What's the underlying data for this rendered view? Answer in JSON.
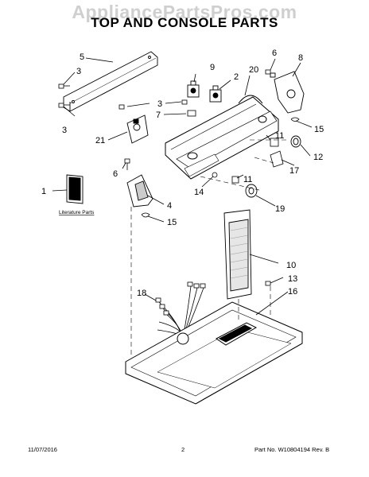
{
  "watermark": "AppliancePartsPros.com",
  "title": "TOP AND CONSOLE PARTS",
  "callouts": [
    {
      "id": "c5",
      "label": "5"
    },
    {
      "id": "c3a",
      "label": "3"
    },
    {
      "id": "c3b",
      "label": "3"
    },
    {
      "id": "c9",
      "label": "9"
    },
    {
      "id": "c2",
      "label": "2"
    },
    {
      "id": "c6a",
      "label": "6"
    },
    {
      "id": "c8",
      "label": "8"
    },
    {
      "id": "c20",
      "label": "20"
    },
    {
      "id": "c3c",
      "label": "3"
    },
    {
      "id": "c7",
      "label": "7"
    },
    {
      "id": "c15a",
      "label": "15"
    },
    {
      "id": "c21",
      "label": "21"
    },
    {
      "id": "c11a",
      "label": "11"
    },
    {
      "id": "c12",
      "label": "12"
    },
    {
      "id": "c17",
      "label": "17"
    },
    {
      "id": "c6b",
      "label": "6"
    },
    {
      "id": "c1",
      "label": "1"
    },
    {
      "id": "c14",
      "label": "14"
    },
    {
      "id": "c11b",
      "label": "11"
    },
    {
      "id": "c4",
      "label": "4"
    },
    {
      "id": "c19",
      "label": "19"
    },
    {
      "id": "c15b",
      "label": "15"
    },
    {
      "id": "c10",
      "label": "10"
    },
    {
      "id": "c13",
      "label": "13"
    },
    {
      "id": "c16",
      "label": "16"
    },
    {
      "id": "c18",
      "label": "18"
    }
  ],
  "literature_label": "Literature Parts",
  "footer": {
    "date": "11/07/2016",
    "page": "2",
    "part_no": "Part No. W10804194  Rev. B"
  }
}
